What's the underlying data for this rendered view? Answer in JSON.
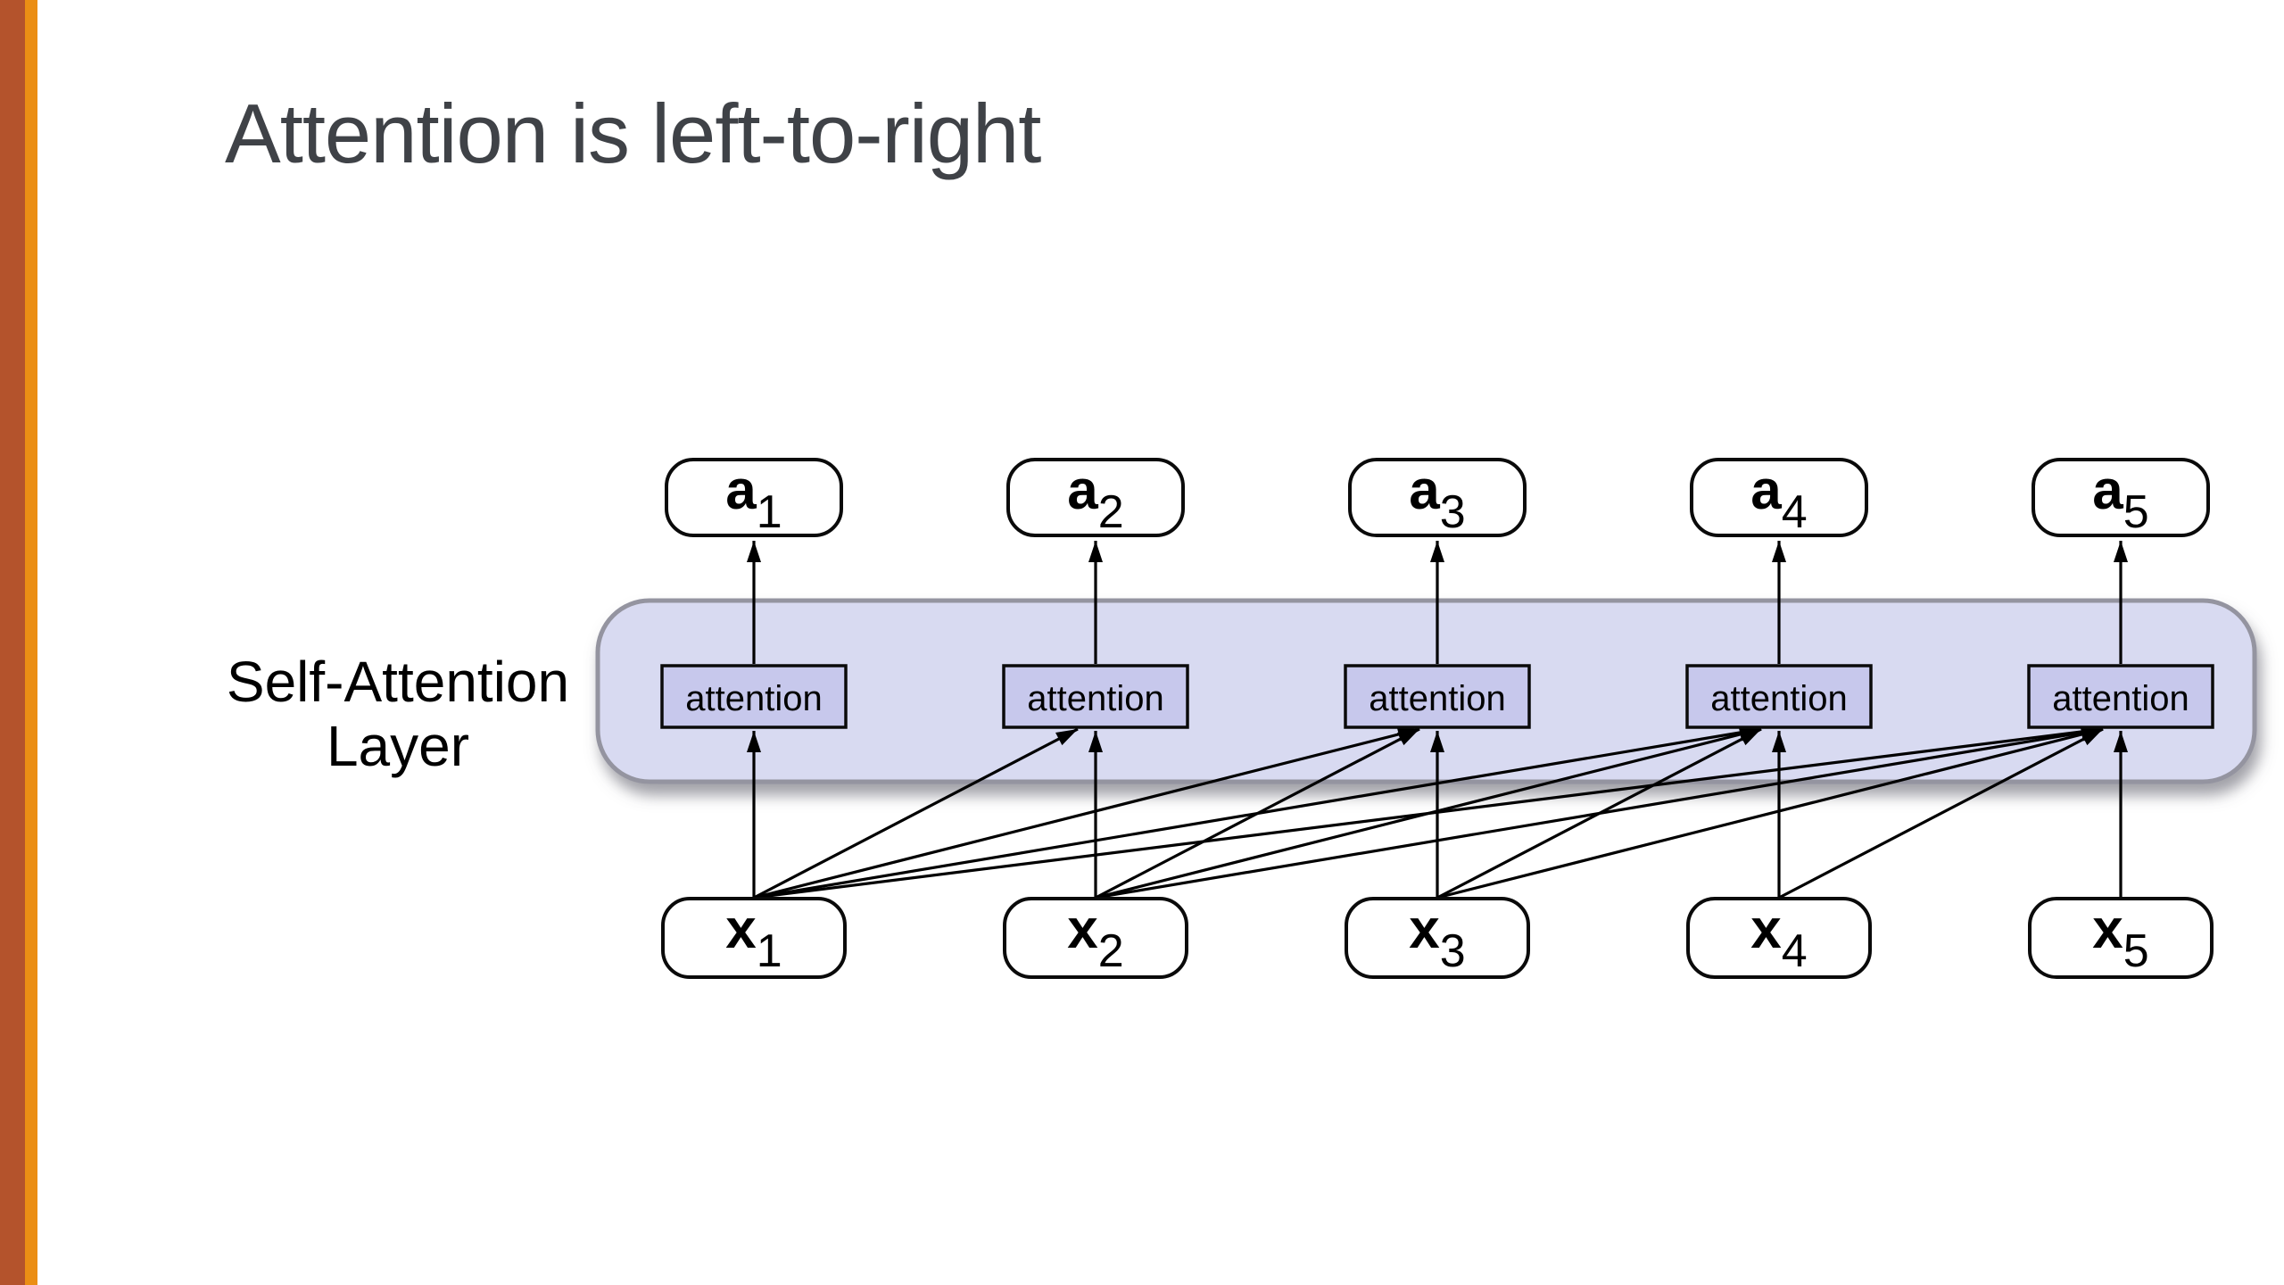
{
  "slide": {
    "title": "Attention is left-to-right"
  },
  "diagram": {
    "layer_label": [
      "Self-Attention",
      "Layer"
    ],
    "attention_label": "attention",
    "outputs": [
      {
        "letter": "a",
        "sub": "1"
      },
      {
        "letter": "a",
        "sub": "2"
      },
      {
        "letter": "a",
        "sub": "3"
      },
      {
        "letter": "a",
        "sub": "4"
      },
      {
        "letter": "a",
        "sub": "5"
      }
    ],
    "inputs": [
      {
        "letter": "x",
        "sub": "1"
      },
      {
        "letter": "x",
        "sub": "2"
      },
      {
        "letter": "x",
        "sub": "3"
      },
      {
        "letter": "x",
        "sub": "4"
      },
      {
        "letter": "x",
        "sub": "5"
      }
    ]
  },
  "colors": {
    "accent_bar_dark": "#B4532C",
    "accent_bar_bright": "#EB8E14",
    "title_text": "#3F4247",
    "layer_fill": "#D8DAF1",
    "layer_border": "#9494A0",
    "attention_box_fill": "#C7C8EC",
    "node_box_fill": "#FFFFFF",
    "node_border": "#000000",
    "edge_color": "#000000"
  }
}
